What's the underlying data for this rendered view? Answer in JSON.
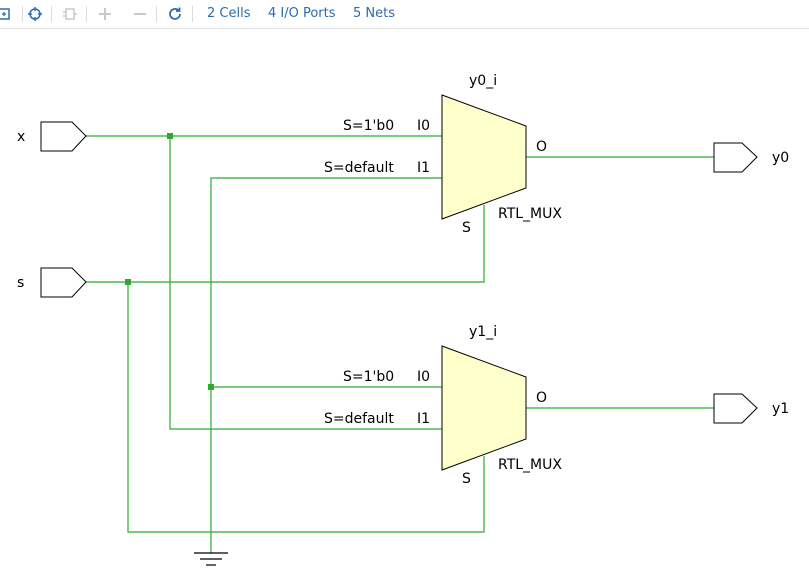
{
  "toolbar": {
    "cells": "2 Cells",
    "io_ports": "4 I/O Ports",
    "nets": "5 Nets"
  },
  "schematic": {
    "inputs": [
      {
        "name": "x"
      },
      {
        "name": "s"
      }
    ],
    "outputs": [
      {
        "name": "y0"
      },
      {
        "name": "y1"
      }
    ],
    "cells": [
      {
        "instance": "y0_i",
        "type": "RTL_MUX",
        "pin_i0": "I0",
        "pin_i1": "I1",
        "pin_o": "O",
        "pin_s": "S",
        "cond_i0": "S=1'b0",
        "cond_i1": "S=default"
      },
      {
        "instance": "y1_i",
        "type": "RTL_MUX",
        "pin_i0": "I0",
        "pin_i1": "I1",
        "pin_o": "O",
        "pin_s": "S",
        "cond_i0": "S=1'b0",
        "cond_i1": "S=default"
      }
    ]
  },
  "colors": {
    "wire": "#2eaa2e",
    "mux_fill": "#ffffcc",
    "outline": "#000000"
  }
}
